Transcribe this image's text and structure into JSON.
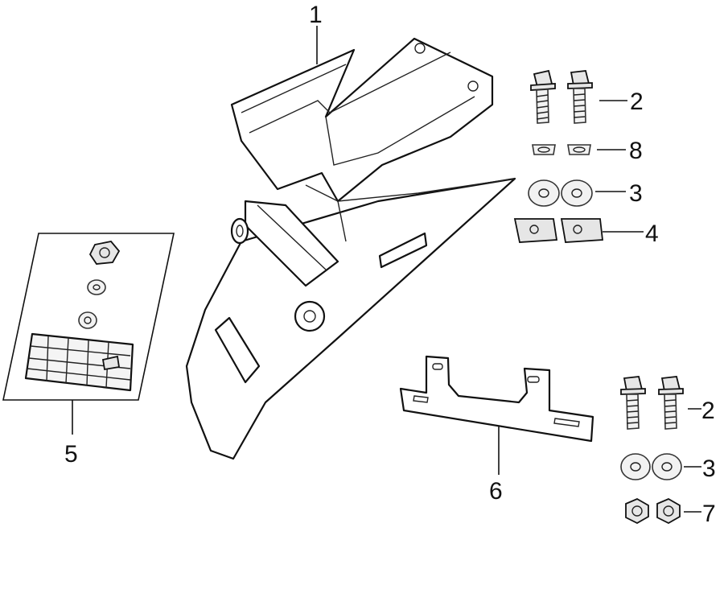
{
  "callouts": {
    "c1": "1",
    "c2a": "2",
    "c8": "8",
    "c3a": "3",
    "c4": "4",
    "c5": "5",
    "c6": "6",
    "c2b": "2",
    "c3b": "3",
    "c7": "7"
  }
}
